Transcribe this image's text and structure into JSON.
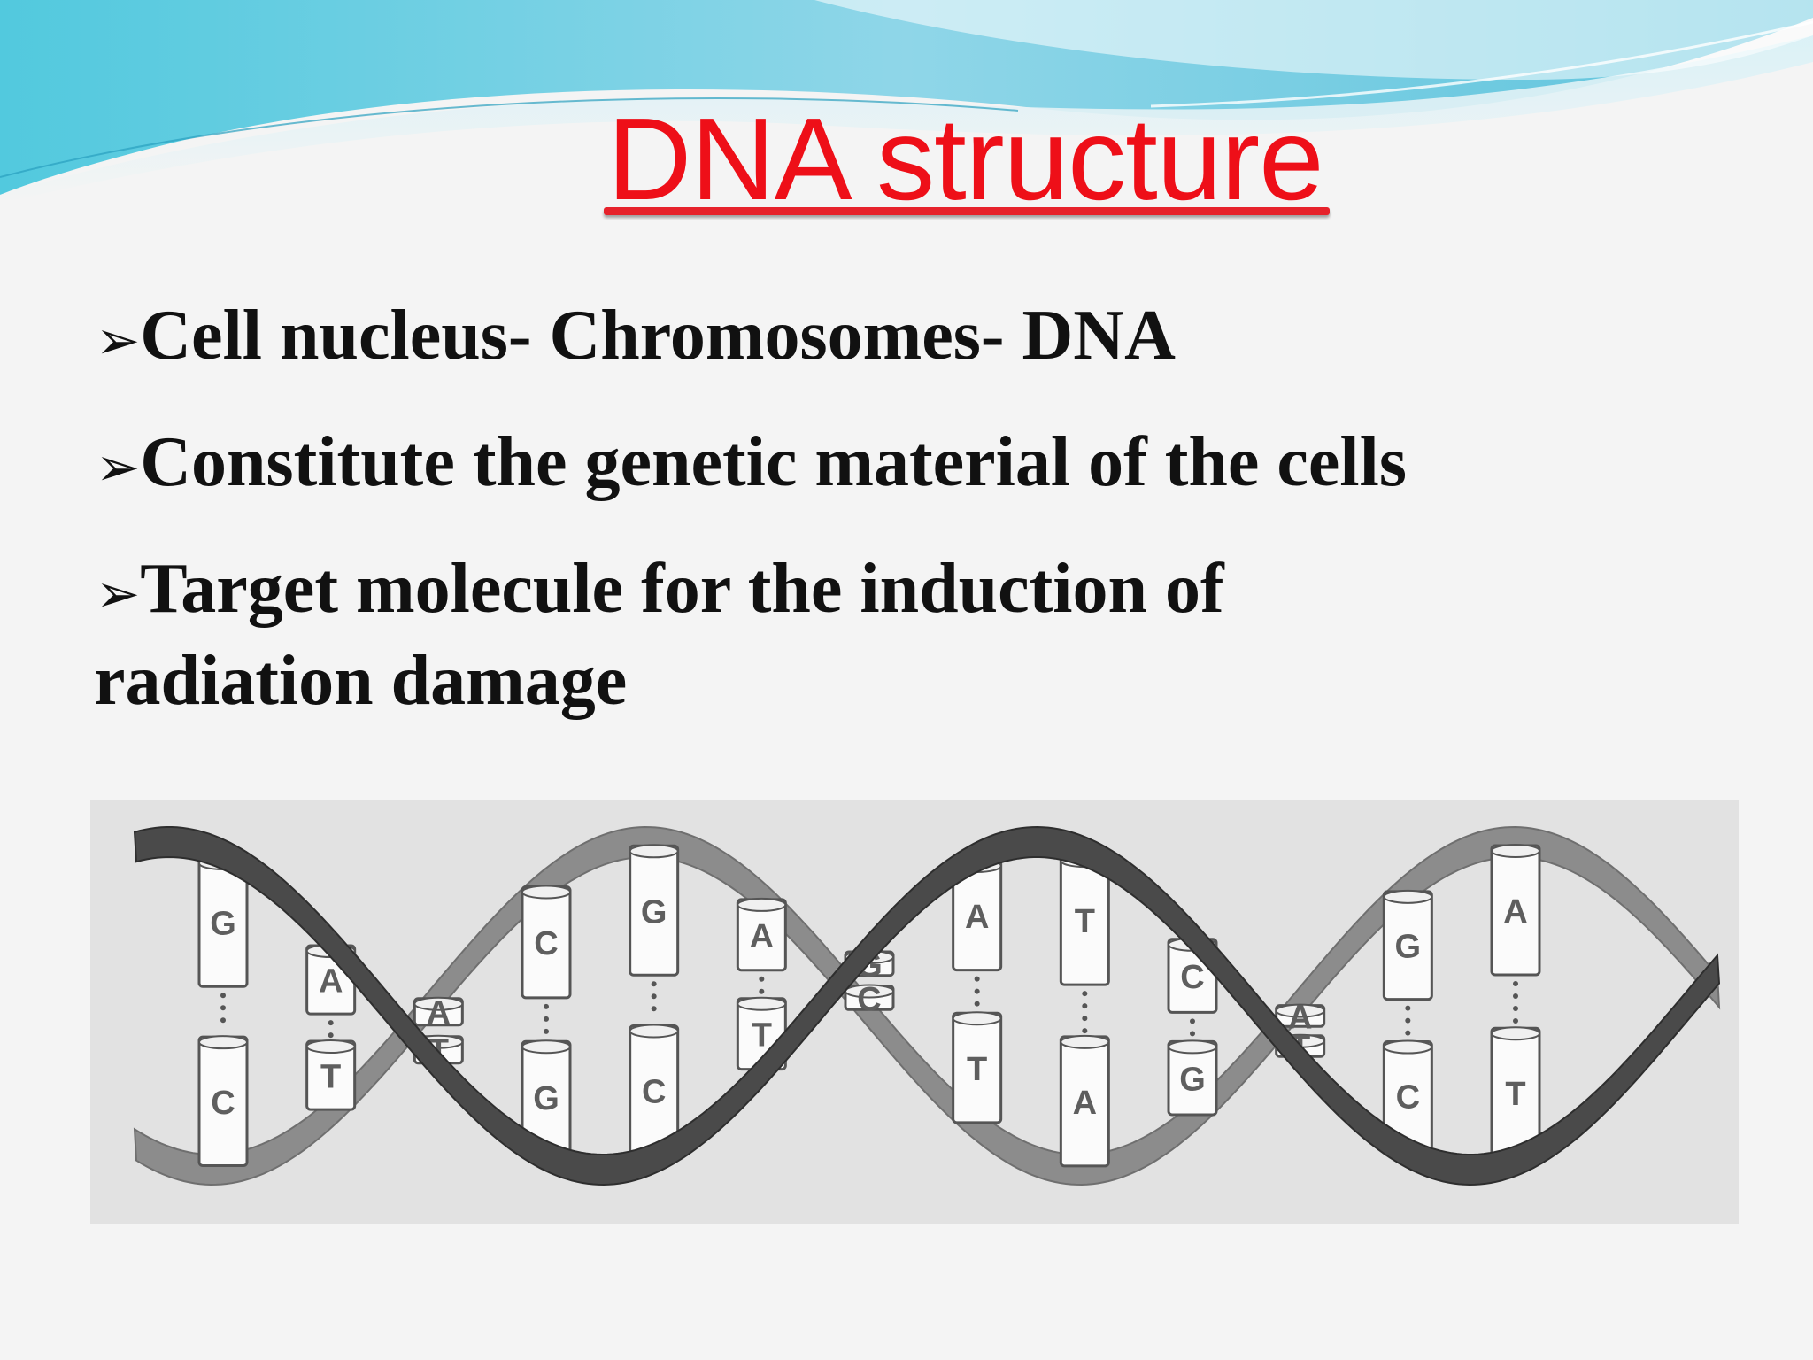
{
  "slide": {
    "title": "DNA structure",
    "bullet_marker": "➢",
    "bullets": [
      {
        "text": "Cell nucleus-  Chromosomes-  DNA"
      },
      {
        "text": "Constitute the genetic material of the cells"
      },
      {
        "lines": [
          "Target molecule for the induction of",
          "radiation damage"
        ]
      }
    ]
  },
  "figure": {
    "base_pairs": [
      {
        "top": "G",
        "bottom": "C"
      },
      {
        "top": "A",
        "bottom": "T"
      },
      {
        "top": "A",
        "bottom": "T"
      },
      {
        "top": "C",
        "bottom": "G"
      },
      {
        "top": "G",
        "bottom": "C"
      },
      {
        "top": "A",
        "bottom": "T"
      },
      {
        "top": "G",
        "bottom": "C"
      },
      {
        "top": "A",
        "bottom": "T"
      },
      {
        "top": "T",
        "bottom": "A"
      },
      {
        "top": "C",
        "bottom": "G"
      },
      {
        "top": "A",
        "bottom": "T"
      },
      {
        "top": "G",
        "bottom": "C"
      },
      {
        "top": "A",
        "bottom": "T"
      }
    ]
  },
  "colors": {
    "title": "#ee0f18",
    "text": "#111111",
    "wave_light": "#bfe7f1",
    "wave_dark": "#3fb6d3",
    "strand_dark": "#4a4a4a",
    "strand_light": "#8c8c8c",
    "figure_bg": "#e2e2e2"
  }
}
